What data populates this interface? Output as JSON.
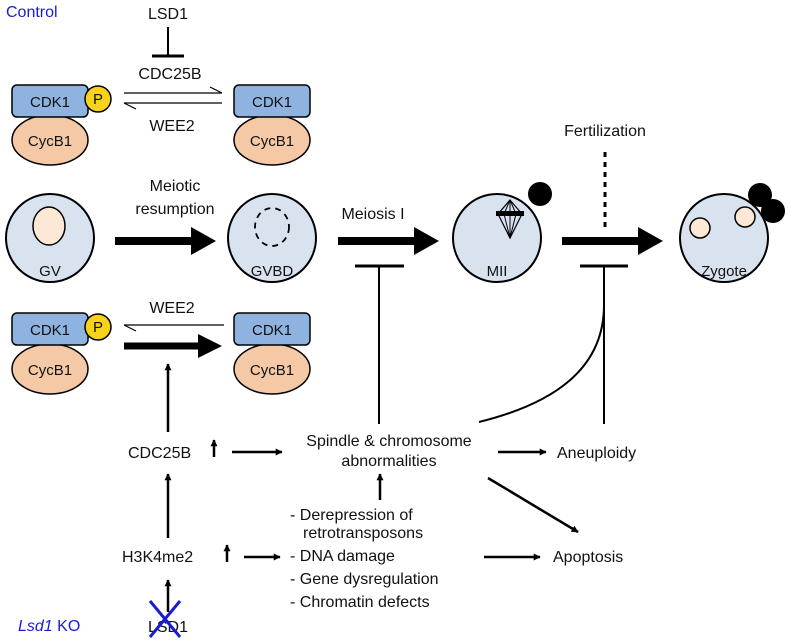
{
  "sections": {
    "control": "Control",
    "ko_prefix": "Lsd1",
    "ko_suffix": " KO"
  },
  "proteins": {
    "cdk1": "CDK1",
    "cycb1": "CycB1",
    "phospho": "P"
  },
  "control_regulation": {
    "lsd1": "LSD1",
    "cdc25b": "CDC25B",
    "wee2": "WEE2"
  },
  "fertilization": "Fertilization",
  "stages": {
    "meiotic_resumption_1": "Meiotic",
    "meiotic_resumption_2": "resumption",
    "meiosis_i": "Meiosis I",
    "cells": [
      "GV",
      "GVBD",
      "MII",
      "Zygote"
    ]
  },
  "ko_regulation": {
    "wee2": "WEE2",
    "cdc25b": "CDC25B",
    "h3k4me2": "H3K4me2",
    "lsd1": "LSD1"
  },
  "outcomes": {
    "spindle_1": "Spindle & chromosome",
    "spindle_2": "abnormalities",
    "aneuploidy": "Aneuploidy",
    "apoptosis": "Apoptosis"
  },
  "defects": [
    "- Derepression of",
    "retrotransposons",
    "- DNA damage",
    "- Gene dysregulation",
    "- Chromatin defects"
  ],
  "colors": {
    "section_blue": "#1a1ad6",
    "cdk1_fill": "#8fb3e0",
    "cycb1_fill": "#f5c9a6",
    "phospho_fill": "#f7d21a",
    "cell_fill": "#d9e3f0",
    "nucleus_fill": "#fde8d6",
    "cross_blue": "#1a1ad6"
  }
}
